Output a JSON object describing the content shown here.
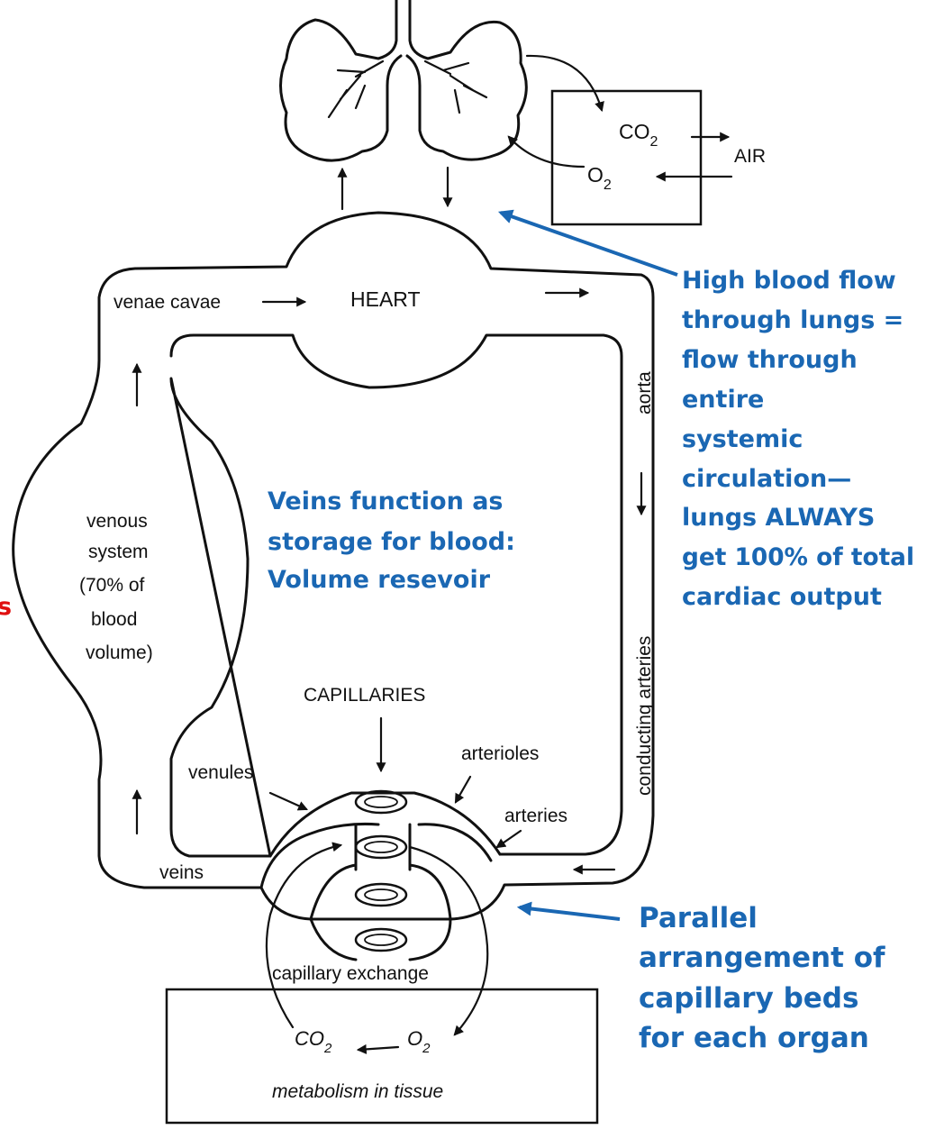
{
  "colors": {
    "annotation_blue": "#1a67b3",
    "line": "#111111",
    "partial_red": "#e01010"
  },
  "labels": {
    "heart": "HEART",
    "venae_cavae": "venae cavae",
    "aorta": "aorta",
    "conducting_arteries": "conducting arteries",
    "venous_system": [
      "venous",
      "system",
      "(70% of",
      "blood",
      "volume)"
    ],
    "capillaries": "CAPILLARIES",
    "arterioles": "arterioles",
    "venules": "venules",
    "arteries": "arteries",
    "veins": "veins",
    "capillary_exchange": "capillary exchange",
    "metabolism": "metabolism in tissue",
    "air": "AIR",
    "lung_box": {
      "co2": "CO",
      "co2_sub": "2",
      "o2": "O",
      "o2_sub": "2"
    },
    "tissue_box": {
      "co2": "CO",
      "co2_sub": "2",
      "o2": "O",
      "o2_sub": "2"
    }
  },
  "annotations": {
    "lungs": [
      "High blood flow",
      "through lungs =",
      "flow through",
      "entire",
      "systemic",
      "circulation—",
      "lungs ALWAYS",
      "get 100% of total",
      "cardiac output"
    ],
    "veins": [
      "Veins function as",
      "storage for blood:",
      "Volume resevoir"
    ],
    "parallel": [
      "Parallel",
      "arrangement of",
      "capillary beds",
      "for each organ"
    ],
    "edge_fragment": "s"
  }
}
